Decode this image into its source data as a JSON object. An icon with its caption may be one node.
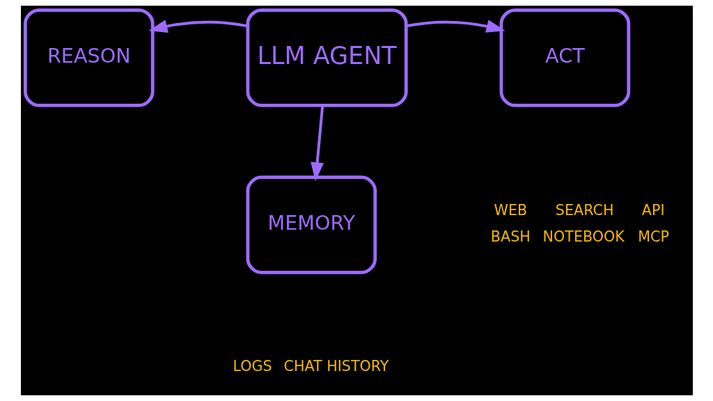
{
  "diagram": {
    "nodes": [
      {
        "text": [
          "REASON"
        ]
      },
      {
        "text": [
          "ACT"
        ],
        "beside": [
          "WEB",
          "SEARCH",
          "API",
          "BASH",
          "NOTEBOOK",
          "MCP"
        ]
      },
      {
        "text": [
          "LLM AGENT"
        ]
      },
      {
        "text": [
          "MEMORY"
        ],
        "beside": [
          "LOGS",
          "CHAT HISTORY"
        ]
      }
    ],
    "edges": [
      {
        "from": 2,
        "to": 0,
        "arrow": "to"
      },
      {
        "from": 2,
        "to": 1,
        "arrow": "to"
      },
      {
        "from": 2,
        "to": 3,
        "arrow": "to"
      }
    ]
  }
}
